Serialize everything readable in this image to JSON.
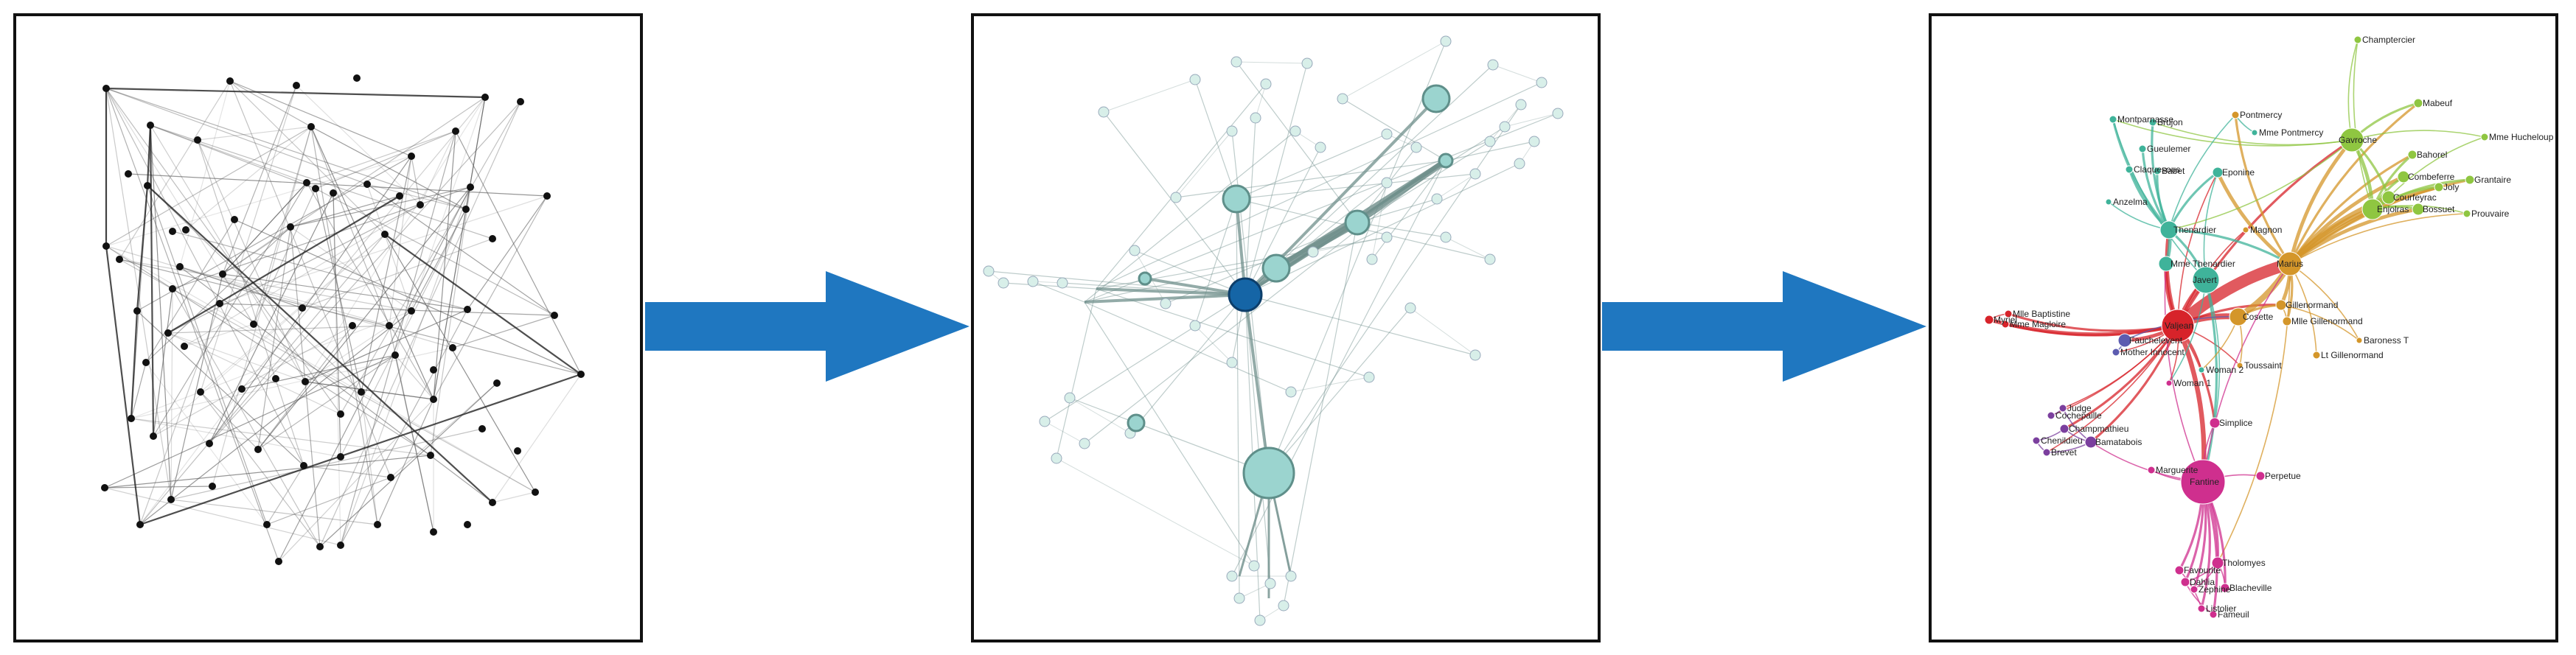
{
  "colors": {
    "arrow": "#1f77c0",
    "panel1_node": "#111111",
    "panel1_edge": "#555555",
    "panel2_node": "#9bd4cf",
    "panel2_stroke": "#5f8f8a",
    "panel2_highlight": "#1565a6",
    "panel2_edge": "#6f8f8b",
    "cluster_teal": "#3fb39a",
    "cluster_green": "#8fc641",
    "cluster_orange": "#d4962a",
    "cluster_red": "#d7232a",
    "cluster_purple": "#7b3f9e",
    "cluster_pink": "#cf2f8e",
    "cluster_blue": "#5c5cb0"
  },
  "panels": [
    {
      "name": "random-layout-panel",
      "style": "random black nodes and gray edges"
    },
    {
      "name": "force-layout-panel",
      "style": "force-directed teal nodes with one highlighted node"
    },
    {
      "name": "community-layout-panel",
      "style": "colored communities with character labels"
    }
  ],
  "character_labels": [
    "Champtercier",
    "Mabeuf",
    "Mme Hucheloup",
    "Montparnasse",
    "Pontmercy",
    "Mme Pontmercy",
    "Brujon",
    "Gavroche",
    "Bahorel",
    "Gueulemer",
    "Claquesous",
    "Babet",
    "Eponine",
    "Grantaire",
    "Combeferre",
    "Joly",
    "Anzelma",
    "Courfeyrac",
    "Enjolras",
    "Bossuet",
    "Prouvaire",
    "Magnon",
    "Thenardier",
    "Mme Thenardier",
    "Marius",
    "Javert",
    "Gillenormand",
    "Mlle Baptistine",
    "Cosette",
    "Mlle Gillenormand",
    "Mme Magloire",
    "Valjean",
    "Baroness T",
    "Myriel",
    "Fauchelevent",
    "Mother Innocent",
    "Lt Gillenormand",
    "Woman 2",
    "Toussaint",
    "Woman 1",
    "Cochepaille",
    "Judge",
    "Champmathieu",
    "Simplice",
    "Chenildieu",
    "Brevet",
    "Bamatabois",
    "Marguerite",
    "Perpetue",
    "Fantine",
    "Dahlia",
    "Zephine",
    "Favourite",
    "Tholomyes",
    "Blacheville",
    "Listolier",
    "Fameuil"
  ]
}
